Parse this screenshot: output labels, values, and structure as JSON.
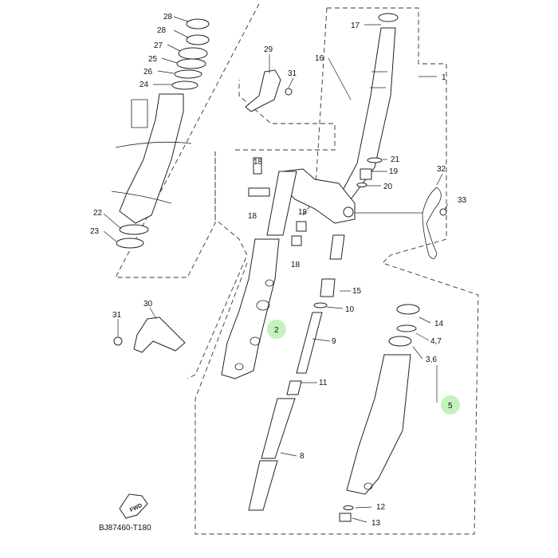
{
  "diagram": {
    "callouts": [
      {
        "id": "p28a",
        "text": "28"
      },
      {
        "id": "p28b",
        "text": "28"
      },
      {
        "id": "p27",
        "text": "27"
      },
      {
        "id": "p25",
        "text": "25"
      },
      {
        "id": "p26",
        "text": "26"
      },
      {
        "id": "p24",
        "text": "24"
      },
      {
        "id": "p22",
        "text": "22"
      },
      {
        "id": "p23",
        "text": "23"
      },
      {
        "id": "p29",
        "text": "29"
      },
      {
        "id": "p31a",
        "text": "31"
      },
      {
        "id": "p17",
        "text": "17"
      },
      {
        "id": "p16",
        "text": "16"
      },
      {
        "id": "p1",
        "text": "1"
      },
      {
        "id": "p21",
        "text": "21"
      },
      {
        "id": "p19",
        "text": "19"
      },
      {
        "id": "p20",
        "text": "20"
      },
      {
        "id": "p32",
        "text": "32"
      },
      {
        "id": "p33",
        "text": "33"
      },
      {
        "id": "p18a",
        "text": "18"
      },
      {
        "id": "p18b",
        "text": "18"
      },
      {
        "id": "p18c",
        "text": "18"
      },
      {
        "id": "p18d",
        "text": "18"
      },
      {
        "id": "p15",
        "text": "15"
      },
      {
        "id": "p10",
        "text": "10"
      },
      {
        "id": "p2",
        "text": "2"
      },
      {
        "id": "p9",
        "text": "9"
      },
      {
        "id": "p14",
        "text": "14"
      },
      {
        "id": "p47",
        "text": "4,7"
      },
      {
        "id": "p36",
        "text": "3,6"
      },
      {
        "id": "p11",
        "text": "11"
      },
      {
        "id": "p5",
        "text": "5"
      },
      {
        "id": "p8",
        "text": "8"
      },
      {
        "id": "p12",
        "text": "12"
      },
      {
        "id": "p13",
        "text": "13"
      },
      {
        "id": "p30",
        "text": "30"
      },
      {
        "id": "p31b",
        "text": "31"
      }
    ],
    "fwd_label": "FWD",
    "diagram_code": "BJ87460-T180",
    "highlight_color": "#b9f0b0"
  }
}
